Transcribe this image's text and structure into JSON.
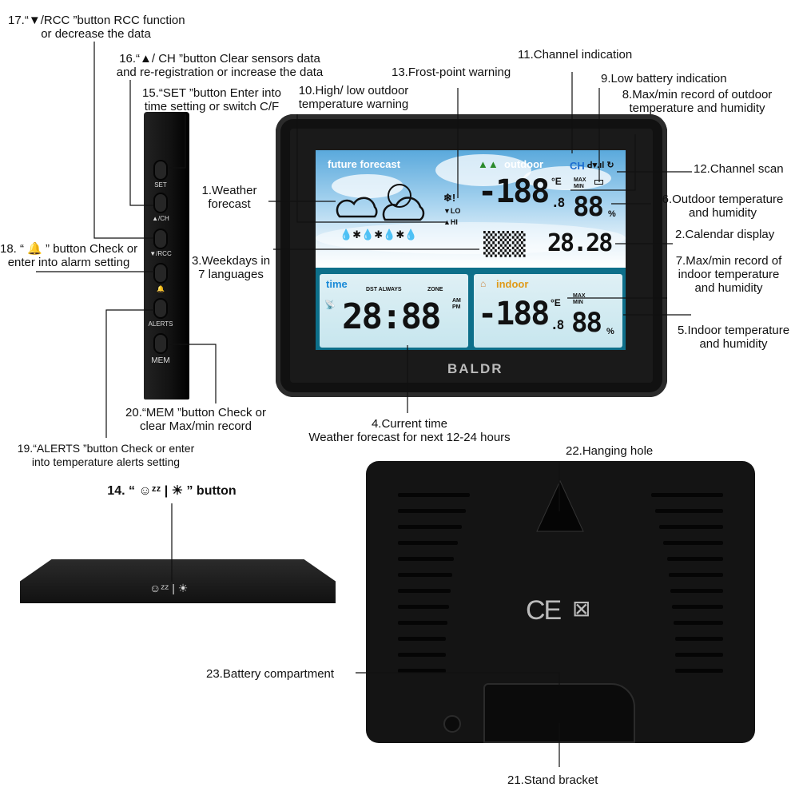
{
  "callouts": {
    "c1": [
      "1.Weather",
      "forecast"
    ],
    "c2": "2.Calendar display",
    "c3": [
      "3.Weekdays in",
      "7 languages"
    ],
    "c4": [
      "4.Current time",
      "Weather forecast for next 12-24 hours"
    ],
    "c5": [
      "5.Indoor temperature",
      "and humidity"
    ],
    "c6": [
      "6.Outdoor temperature",
      "and humidity"
    ],
    "c7": [
      "7.Max/min record of",
      "indoor temperature",
      "and humidity"
    ],
    "c8": [
      "8.Max/min record of outdoor",
      "temperature and humidity"
    ],
    "c9": "9.Low battery indication",
    "c10": [
      "10.High/ low outdoor",
      "temperature warning"
    ],
    "c11": "11.Channel indication",
    "c12": "12.Channel scan",
    "c13": "13.Frost-point warning",
    "c14": "14. “ ☺ᶻᶻ | ☀ ” button",
    "c15": [
      "15.“SET ”button  Enter into",
      "time setting or switch C/F"
    ],
    "c16": [
      "16.“▲/ CH ”button Clear sensors data",
      "and re-registration or increase the data"
    ],
    "c17": [
      "17.“▼/RCC ”button RCC function",
      "or decrease the data"
    ],
    "c18": [
      "18. “ 🔔 ” button Check or",
      "enter into alarm setting"
    ],
    "c19": [
      "19.“ALERTS ”button Check or enter",
      "into temperature alerts setting"
    ],
    "c20": [
      "20.“MEM ”button Check or",
      "clear Max/min record"
    ],
    "c21": "21.Stand bracket",
    "c22": "22.Hanging hole",
    "c23": "23.Battery compartment"
  },
  "side_buttons": [
    "SET",
    "▲/CH",
    "▼/RCC",
    "🔔",
    "ALERTS",
    "MEM"
  ],
  "screen": {
    "forecast_title": "future forecast",
    "outdoor_title": "outdoor",
    "channel": "CH",
    "lo": "▼LO",
    "hi": "▲HI",
    "frost": "❄!",
    "precip": "💧✱💧✱💧✱💧",
    "out_temp": "-188",
    "out_temp_dec": ".8",
    "unit": "°E",
    "maxmin": "MAX MIN",
    "out_hum": "88",
    "pct": "%",
    "weekday": "▒▒▒",
    "date": "28.28",
    "time_title": "time",
    "dst": "DST ALWAYS",
    "zone": "ZONE",
    "ampm": "AM PM",
    "clock": "28:88",
    "indoor_title": "indoor",
    "in_temp": "-188",
    "in_temp_dec": ".8",
    "in_hum": "88",
    "brand": "BALDR"
  },
  "back": {
    "ce": "CE"
  }
}
